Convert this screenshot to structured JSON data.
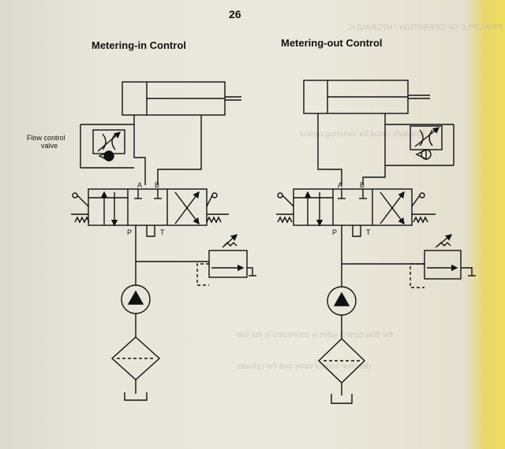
{
  "page_number": "26",
  "circuits": [
    {
      "title": "Metering-in Control",
      "flow_valve_label_line1": "Flow control",
      "flow_valve_label_line2": "valve",
      "port_a": "A",
      "port_b": "B",
      "port_p": "P",
      "port_t": "T"
    },
    {
      "title": "Metering-out Control",
      "port_a": "A",
      "port_b": "B",
      "port_p": "P",
      "port_t": "T"
    }
  ]
}
